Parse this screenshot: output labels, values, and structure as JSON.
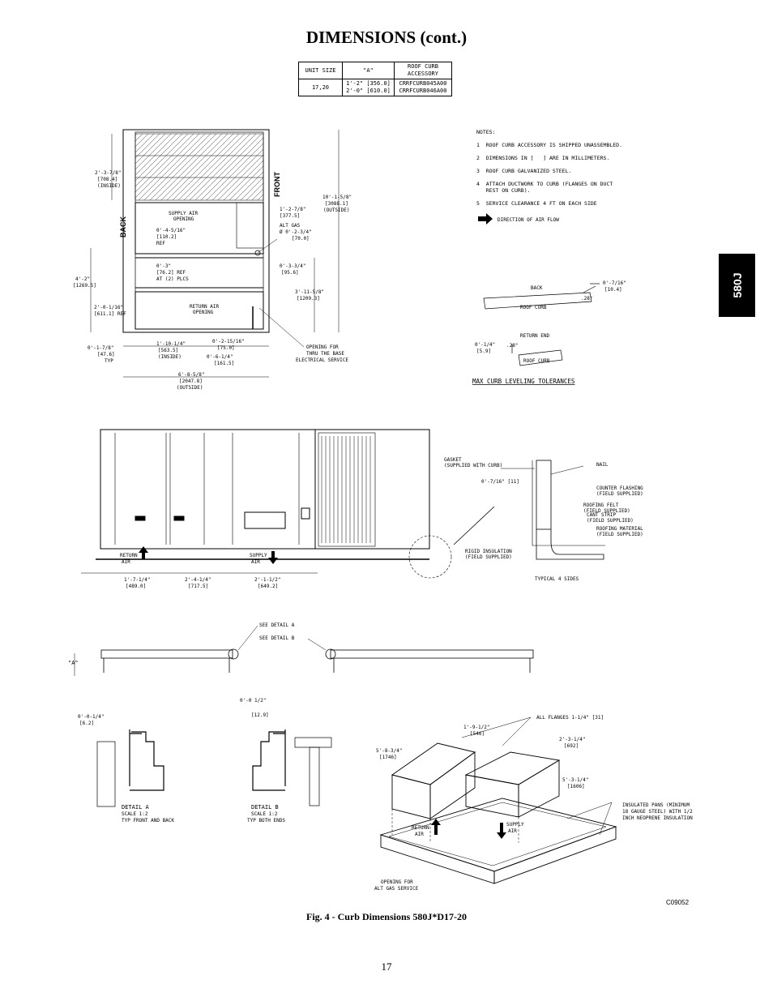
{
  "page": {
    "title": "DIMENSIONS (cont.)",
    "side_tab": "580J",
    "page_number": "17"
  },
  "size_table": {
    "headers": [
      "UNIT SIZE",
      "\"A\"",
      "ROOF CURB ACCESSORY"
    ],
    "rows": [
      {
        "size": "17,20",
        "a": [
          "1'-2\" [356.0]",
          "2'-0\" [610.0]"
        ],
        "accessory": [
          "CRRFCURB045A00",
          "CRRFCURB046A00"
        ]
      }
    ]
  },
  "notes": {
    "title": "NOTES:",
    "items": [
      "1  ROOF CURB ACCESSORY IS SHIPPED UNASSEMBLED.",
      "2  DIMENSIONS IN [   ] ARE IN MILLIMETERS.",
      "3  ROOF CURB GALVANIZED STEEL.",
      "4  ATTACH DUCTWORK TO CURB (FLANGES ON DUCT",
      "   REST ON CURB).",
      "5  SERVICE CLEARANCE 4 FT ON EACH SIDE"
    ],
    "air_flow": "DIRECTION OF AIR FLOW"
  },
  "plan": {
    "front": "FRONT",
    "back": "BACK",
    "supply_opening": [
      "SUPPLY AIR",
      "OPENING"
    ],
    "return_opening": [
      "RETURN AIR",
      "OPENING"
    ],
    "dim_inside_top": [
      "2'-3-7/8\"",
      "[708.4]",
      "(INSIDE)"
    ],
    "dim_ref_1": [
      "0'-4-5/16\"",
      "[110.2]",
      "REF"
    ],
    "dim_4_2": [
      "4'-2\"",
      "[1269.5]"
    ],
    "dim_2_0": [
      "2'-0-1/16\"",
      "[611.1] REF"
    ],
    "dim_0_3": [
      "0'-3\"",
      "[76.2] REF",
      "AT (2) PLCS"
    ],
    "dim_1_2_7_8": [
      "1'-2-7/8\"",
      "[377.5]"
    ],
    "alt_gas": [
      "ALT GAS",
      "Ø 0'-2-3/4\"",
      "[70.0]"
    ],
    "dim_10_1": [
      "10'-1-5/8\"",
      "[3088.1]",
      "(OUTSIDE)"
    ],
    "dim_0_3_3_4": [
      "0'-3-3/4\"",
      "[95.6]"
    ],
    "dim_3_11": [
      "3'-11-5/8\"",
      "[1209.3]"
    ],
    "dim_typ": [
      "0'-1-7/8\"",
      "[47.6]",
      "TYP"
    ],
    "dim_1_10": [
      "1'-10-1/4\"",
      "[563.5]",
      "(INSIDE)"
    ],
    "dim_0_2_15": [
      "0'-2-15/16\"",
      "[75.0]"
    ],
    "dim_0_6": [
      "0'-6-1/4\"",
      "[161.5]"
    ],
    "dim_6_8": [
      "6'-8-5/8\"",
      "[2047.8]",
      "(OUTSIDE)"
    ],
    "opening_elec": [
      "OPENING FOR",
      "THRU THE BASE",
      "ELECTRICAL SERVICE"
    ]
  },
  "tolerances": {
    "back": "BACK",
    "back_dim": [
      "0'-7/16\"",
      "[10.4]"
    ],
    "return_end": "RETURN END",
    "return_dim": [
      "0'-1/4\"",
      "[5.9]"
    ],
    "roof_curb": "ROOF CURB",
    "angle": ".28°",
    "title": "MAX CURB LEVELING TOLERANCES"
  },
  "elevation": {
    "return_air": [
      "RETURN",
      "AIR"
    ],
    "supply_air": [
      "SUPPLY",
      "AIR"
    ],
    "dims": [
      [
        "1'-7-1/4\"",
        "[489.0]"
      ],
      [
        "2'-4-1/4\"",
        "[717.5]"
      ],
      [
        "2'-1-1/2\"",
        "[649.2]"
      ]
    ]
  },
  "flashing": {
    "gasket": [
      "GASKET",
      "(SUPPLIED WITH CURB)"
    ],
    "nail": "NAIL",
    "dim": "0'-7/16\" [11]",
    "counter": [
      "COUNTER FLASHING",
      "(FIELD SUPPLIED)"
    ],
    "felt": [
      "ROOFING FELT",
      "(FIELD SUPPLIED)"
    ],
    "cant": [
      "CANT STRIP",
      "(FIELD SUPPLIED)"
    ],
    "material": [
      "ROOFING MATERIAL",
      "(FIELD SUPPLIED)"
    ],
    "insulation": [
      "RIGID INSULATION",
      "(FIELD SUPPLIED)"
    ],
    "typical": "TYPICAL 4 SIDES"
  },
  "curb_section": {
    "a": "\"A\"",
    "see_a": "SEE DETAIL  A",
    "see_b": "SEE DETAIL  B"
  },
  "details": {
    "a_dim": [
      "0'-0-1/4\"",
      "[6.2]"
    ],
    "b_dim": [
      "0'-0 1/2\"",
      "[12.9]"
    ],
    "a_label": [
      "DETAIL  A",
      "SCALE  1:2",
      "TYP FRONT AND BACK"
    ],
    "b_label": [
      "DETAIL  B",
      "SCALE  1:2",
      "TYP BOTH ENDS"
    ]
  },
  "iso": {
    "flanges": "ALL FLANGES 1-1/4\" [31]",
    "d1": [
      "1'-9-1/2\"",
      "[546]"
    ],
    "d2": [
      "2'-3-1/4\"",
      "[692]"
    ],
    "d3": [
      "5'-8-3/4\"",
      "[1746]"
    ],
    "d4": [
      "5'-3-1/4\"",
      "[1606]"
    ],
    "pans": [
      "INSULATED PANS (MINIMUM",
      "18 GAUGE STEEL) WITH 1/2",
      "INCH NEOPRENE INSULATION"
    ],
    "return": [
      "RETURN",
      "AIR"
    ],
    "supply": [
      "SUPPLY",
      "AIR"
    ],
    "opening": [
      "OPENING FOR",
      "ALT GAS SERVICE"
    ]
  },
  "figure": {
    "caption": "Fig. 4 - Curb Dimensions 580J*D17-20",
    "code": "C09052"
  }
}
